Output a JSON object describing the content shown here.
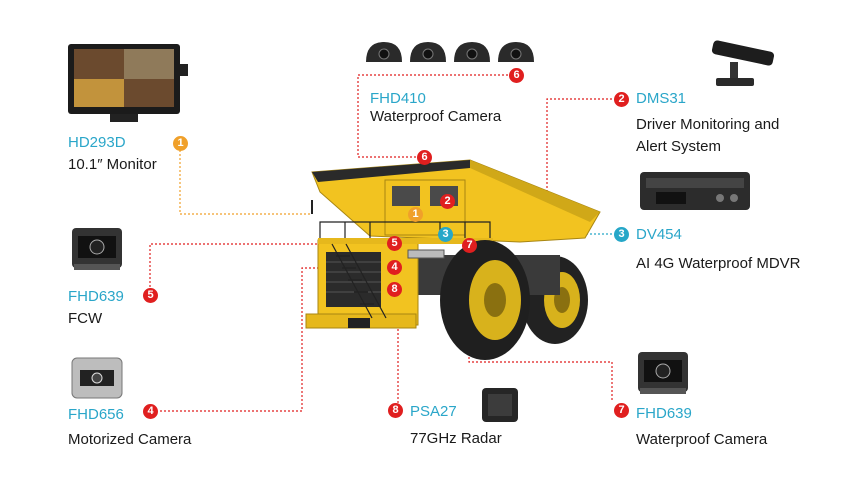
{
  "colors": {
    "model_text": "#2aa6c9",
    "body_text": "#1a1a1a",
    "truck_yellow": "#f2c320",
    "marker_red": "#e01f1f",
    "marker_orange": "#f0a02a",
    "marker_cyan": "#26a7c8"
  },
  "products": [
    {
      "num": "1",
      "model": "HD293D",
      "desc": "10.1″ Monitor",
      "icon": "monitor-icon"
    },
    {
      "num": "2",
      "model": "DMS31",
      "desc": "Driver Monitoring and Alert System",
      "icon": "dms-camera-icon"
    },
    {
      "num": "3",
      "model": "DV454",
      "desc": "AI 4G Waterproof MDVR",
      "icon": "mdvr-icon"
    },
    {
      "num": "4",
      "model": "FHD656",
      "desc": "Motorized Camera",
      "icon": "motorized-camera-icon"
    },
    {
      "num": "5",
      "model": "FHD639",
      "desc": "FCW",
      "icon": "camera-icon"
    },
    {
      "num": "6",
      "model": "FHD410",
      "desc": "Waterproof Camera",
      "icon": "dome-camera-icon"
    },
    {
      "num": "7",
      "model": "FHD639",
      "desc": "Waterproof Camera",
      "icon": "camera-icon"
    },
    {
      "num": "8",
      "model": "PSA27",
      "desc": "77GHz Radar",
      "icon": "radar-icon"
    }
  ]
}
